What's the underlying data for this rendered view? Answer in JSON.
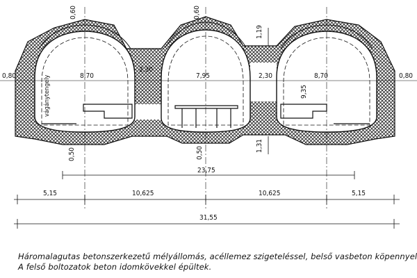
{
  "labels": {
    "top_left": "0,60",
    "top_mid": "0,60",
    "top_right_gap": "1,19",
    "left_edge": "0,80",
    "right_edge": "0,80",
    "left_width": "8,70",
    "left_gap": "2,30",
    "mid_width": "7,95",
    "right_gap": "2,30",
    "right_width": "8,70",
    "right_height": "9,35",
    "track_label": "vágánytengely",
    "bot_left": "0,50",
    "bot_mid": "0,50",
    "bot_gap": "1,31",
    "span_inner": "23,75",
    "seg1": "5,15",
    "seg2": "10,625",
    "seg3": "10,625",
    "seg4": "5,15",
    "total": "31,55"
  },
  "caption": {
    "line1": "Háromalagutas betonszerkezetű mélyállomás, acéllemez szigeteléssel, belső vasbeton köpennyel.",
    "line2": "A felső boltozatok beton idomkövekkel épültek."
  }
}
